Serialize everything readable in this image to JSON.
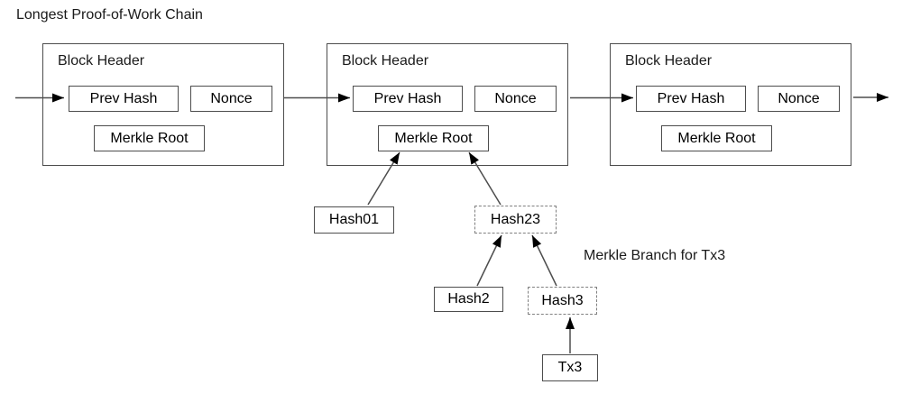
{
  "diagram": {
    "title": "Longest Proof-of-Work Chain",
    "annotation": "Merkle Branch for Tx3"
  },
  "blocks": [
    {
      "title": "Block Header",
      "prev_hash": "Prev Hash",
      "nonce": "Nonce",
      "merkle_root": "Merkle Root"
    },
    {
      "title": "Block Header",
      "prev_hash": "Prev Hash",
      "nonce": "Nonce",
      "merkle_root": "Merkle Root"
    },
    {
      "title": "Block Header",
      "prev_hash": "Prev Hash",
      "nonce": "Nonce",
      "merkle_root": "Merkle Root"
    }
  ],
  "merkle_nodes": {
    "hash01": "Hash01",
    "hash23": "Hash23",
    "hash2": "Hash2",
    "hash3": "Hash3",
    "tx3": "Tx3"
  },
  "colors": {
    "line": "#4d4d4d",
    "solid_border": "#4d4d4d",
    "dashed_border": "#808080",
    "arrowhead": "#000000",
    "text": "#1a1a1a",
    "background": "#ffffff"
  }
}
